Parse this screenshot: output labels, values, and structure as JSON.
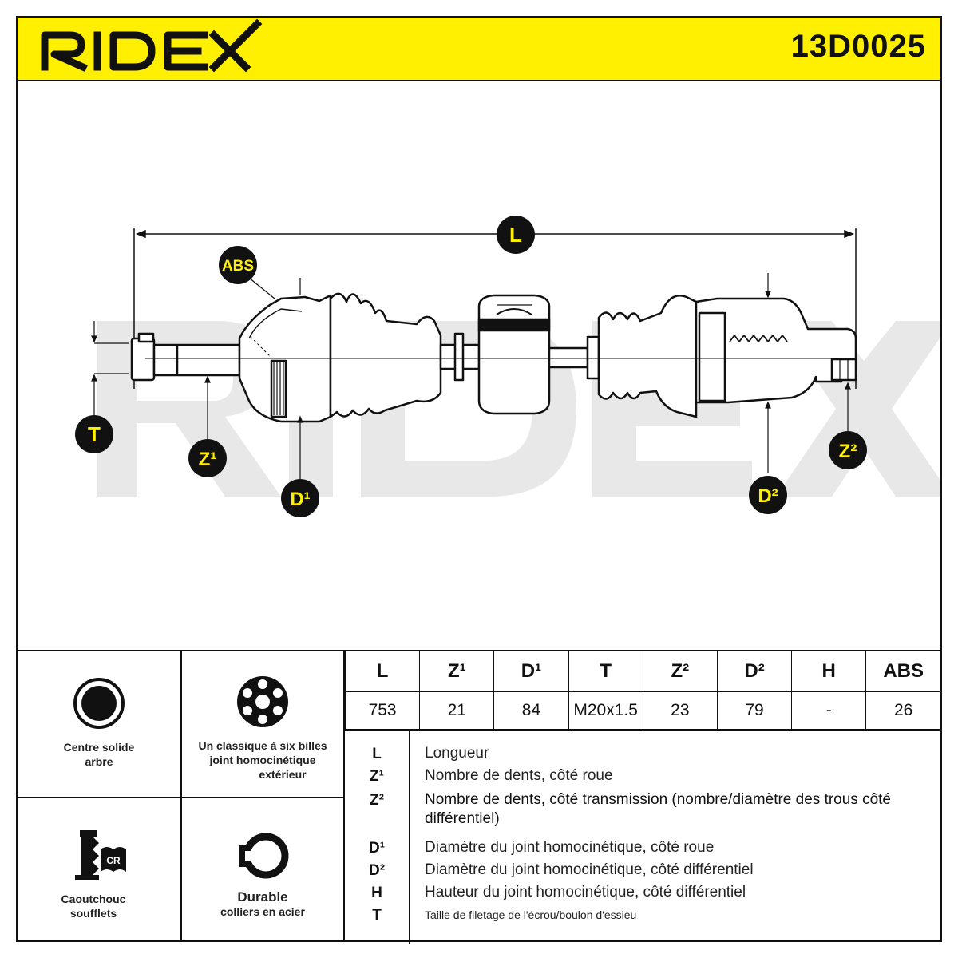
{
  "brand": "RIDEX",
  "part_number": "13D0025",
  "colors": {
    "header_bg": "#ffef00",
    "line": "#111111",
    "badge_bg": "#111111",
    "badge_text": "#ffef00",
    "watermark": "#e6e6e6"
  },
  "diagram": {
    "labels": {
      "L": "L",
      "ABS": "ABS",
      "T": "T",
      "Z1": "Z¹",
      "D1": "D¹",
      "D2": "D²",
      "Z2": "Z²"
    }
  },
  "features": [
    {
      "icon": "solid-center-icon",
      "line1": "Centre solide",
      "line2": "arbre"
    },
    {
      "icon": "six-ball-joint-icon",
      "line1": "Un classique à six billes",
      "line2": "joint homocinétique",
      "line3": "extérieur"
    },
    {
      "icon": "rubber-boot-cr-icon",
      "badge": "CR",
      "line1": "Caoutchouc",
      "line2": "soufflets"
    },
    {
      "icon": "steel-clamp-icon",
      "line1": "Durable",
      "line2": "colliers en acier"
    }
  ],
  "spec_table": {
    "headers": [
      "L",
      "Z¹",
      "D¹",
      "T",
      "Z²",
      "D²",
      "H",
      "ABS"
    ],
    "values": [
      "753",
      "21",
      "84",
      "M20x1.5",
      "23",
      "79",
      "-",
      "26"
    ]
  },
  "legend": [
    {
      "key": "L",
      "text": "Longueur"
    },
    {
      "key": "Z¹",
      "text": "Nombre de dents, côté roue"
    },
    {
      "key": "Z²",
      "text": "Nombre de dents, côté transmission (nombre/diamètre des trous côté différentiel)"
    },
    {
      "key": "D¹",
      "text": "Diamètre du joint homocinétique, côté roue"
    },
    {
      "key": "D²",
      "text": "Diamètre du joint homocinétique, côté différentiel"
    },
    {
      "key": "H",
      "text": "Hauteur du joint homocinétique, côté différentiel"
    },
    {
      "key": "T",
      "text": "Taille de filetage de l'écrou/boulon d'essieu"
    }
  ]
}
